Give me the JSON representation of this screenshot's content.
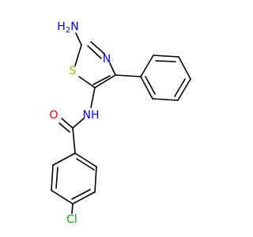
{
  "molecule": {
    "colors": {
      "bond": "#000000",
      "N": "#0000ff",
      "S": "#b5a800",
      "O": "#ff0000",
      "Cl": "#00b000"
    },
    "atoms": {
      "nh2": "H2N",
      "n_ring": "N",
      "s_ring": "S",
      "nh_amide": "NH",
      "o_carbonyl": "O",
      "cl": "Cl"
    }
  }
}
